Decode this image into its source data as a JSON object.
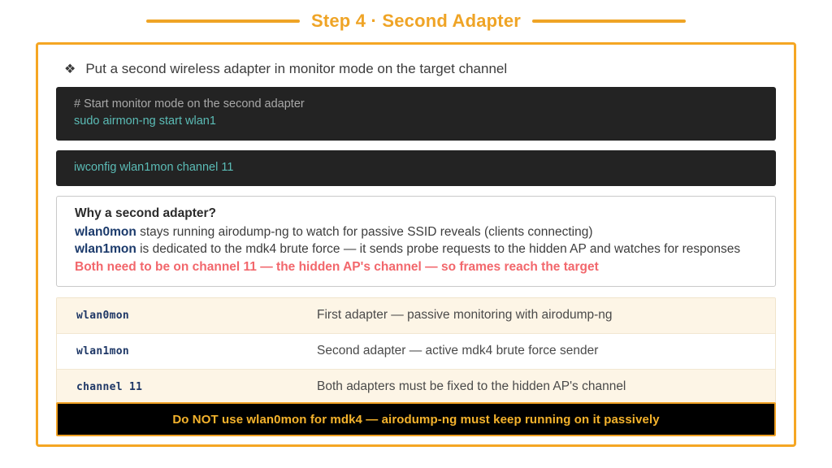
{
  "header": {
    "title": "Step 4  ·  Second Adapter",
    "rule_color": "#efa426"
  },
  "bullet": {
    "glyph": "❖",
    "text": "Put a second wireless adapter in monitor mode on the target channel"
  },
  "code_blocks": [
    {
      "comment": "# Start monitor mode on the second adapter",
      "command": "sudo airmon-ng start wlan1"
    },
    {
      "comment": "",
      "command": "iwconfig wlan1mon channel 11"
    }
  ],
  "explanation": {
    "title": "Why a second adapter?",
    "line1_strong": "wlan0mon",
    "line1_rest": " stays running airodump-ng to watch for passive SSID reveals (clients connecting)",
    "line2_strong": "wlan1mon",
    "line2_rest": " is dedicated to the mdk4 brute force — it sends probe requests to the hidden AP and watches for responses",
    "warning": "Both need to be on channel 11 — the hidden AP's channel — so frames reach the target",
    "strong_color": "#1b3a6b",
    "warning_color": "#f2676c"
  },
  "table": {
    "rows": [
      {
        "key": "wlan0mon",
        "desc": "First adapter — passive monitoring with airodump-ng"
      },
      {
        "key": "wlan1mon",
        "desc": "Second adapter — active mdk4 brute force sender"
      },
      {
        "key": "channel 11",
        "desc": "Both adapters must be fixed to the hidden AP's channel"
      }
    ]
  },
  "warning_bar": {
    "text": "Do NOT use wlan0mon for mdk4 — airodump-ng must keep running on it passively",
    "background": "#000000",
    "border": "#f0a124",
    "text_color": "#f5b32c"
  }
}
